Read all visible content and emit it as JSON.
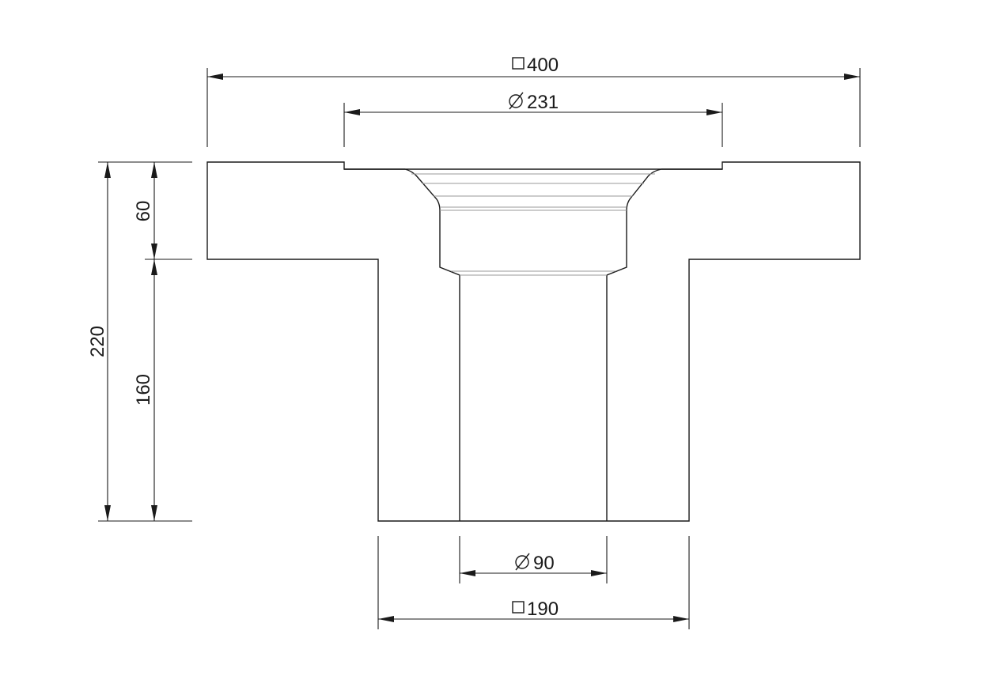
{
  "drawing": {
    "dimensions": {
      "top_width": {
        "symbol": "square",
        "value": "400"
      },
      "flange_diameter": {
        "symbol": "diameter",
        "value": "231"
      },
      "outlet_diameter": {
        "symbol": "diameter",
        "value": "90"
      },
      "body_width": {
        "symbol": "square",
        "value": "190"
      },
      "total_height": {
        "value": "220"
      },
      "flange_height": {
        "value": "60"
      },
      "body_height": {
        "value": "160"
      }
    },
    "colors": {
      "line": "#1a1a1a",
      "hatch": "#9a9a9a",
      "background": "#ffffff"
    }
  }
}
